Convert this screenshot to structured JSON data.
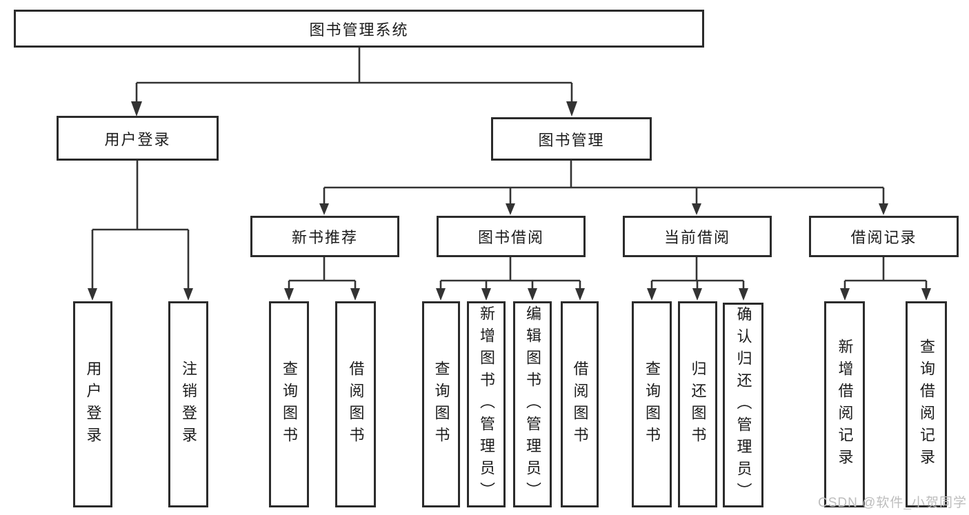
{
  "diagram_type": "hierarchy-tree",
  "colors": {
    "background": "#ffffff",
    "line": "#333333",
    "box_border": "#2b2b2b",
    "text": "#1c1c1c",
    "watermark": "#bdbdbd"
  },
  "tree": {
    "label": "图书管理系统",
    "children": [
      {
        "label": "用户登录",
        "children": [
          {
            "label": "用户登录"
          },
          {
            "label": "注销登录"
          }
        ]
      },
      {
        "label": "图书管理",
        "children": [
          {
            "label": "新书推荐",
            "children": [
              {
                "label": "查询图书"
              },
              {
                "label": "借阅图书"
              }
            ]
          },
          {
            "label": "图书借阅",
            "children": [
              {
                "label": "查询图书"
              },
              {
                "label": "新增图书（管理员）"
              },
              {
                "label": "编辑图书（管理员）"
              },
              {
                "label": "借阅图书"
              }
            ]
          },
          {
            "label": "当前借阅",
            "children": [
              {
                "label": "查询图书"
              },
              {
                "label": "归还图书"
              },
              {
                "label": "确认归还（管理员）"
              }
            ]
          },
          {
            "label": "借阅记录",
            "children": [
              {
                "label": "新增借阅记录"
              },
              {
                "label": "查询借阅记录"
              }
            ]
          }
        ]
      }
    ]
  },
  "watermark": {
    "text": "CSDN @软件_小贺同学"
  }
}
